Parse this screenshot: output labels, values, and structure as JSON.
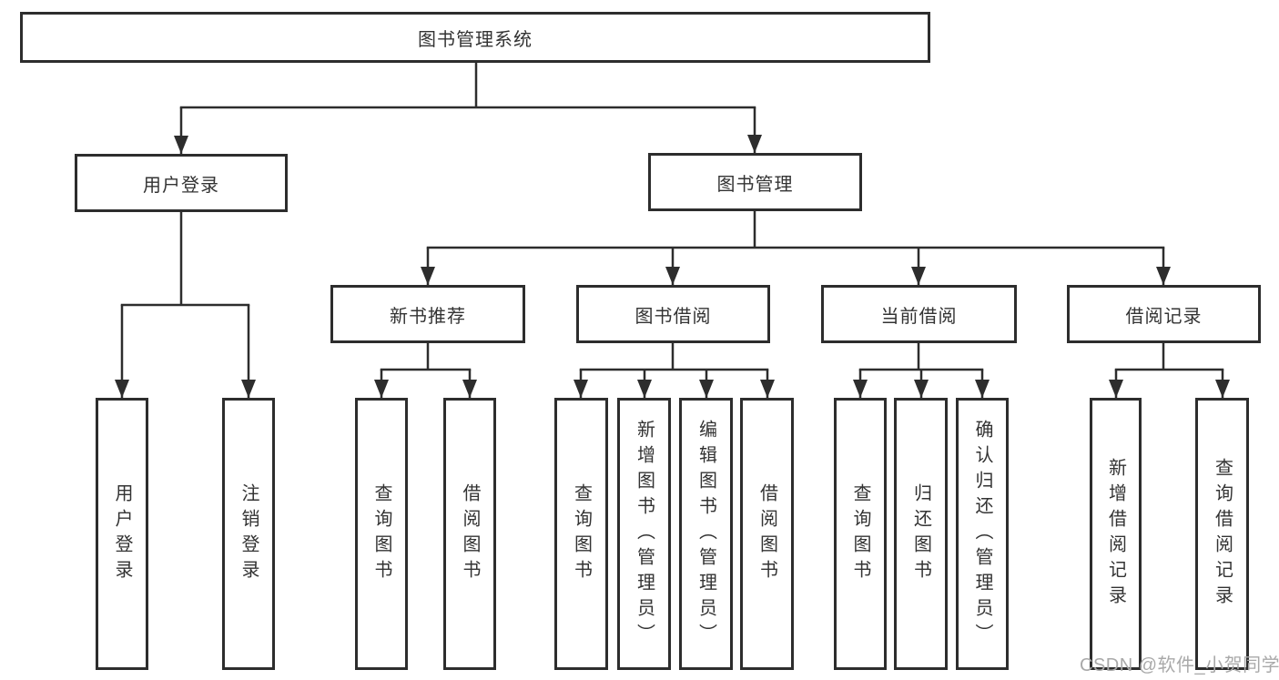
{
  "root": {
    "label": "图书管理系统"
  },
  "branches": {
    "user_login": {
      "label": "用户登录",
      "leaves": [
        {
          "label": "用户登录"
        },
        {
          "label": "注销登录"
        }
      ]
    },
    "book_management": {
      "label": "图书管理",
      "sections": {
        "new_book_recommend": {
          "label": "新书推荐",
          "leaves": [
            {
              "label": "查询图书"
            },
            {
              "label": "借阅图书"
            }
          ]
        },
        "book_borrow": {
          "label": "图书借阅",
          "leaves": [
            {
              "label": "查询图书"
            },
            {
              "label": "新增图书（管理员）"
            },
            {
              "label": "编辑图书（管理员）"
            },
            {
              "label": "借阅图书"
            }
          ]
        },
        "current_borrow": {
          "label": "当前借阅",
          "leaves": [
            {
              "label": "查询图书"
            },
            {
              "label": "归还图书"
            },
            {
              "label": "确认归还（管理员）"
            }
          ]
        },
        "borrow_records": {
          "label": "借阅记录",
          "leaves": [
            {
              "label": "新增借阅记录"
            },
            {
              "label": "查询借阅记录"
            }
          ]
        }
      }
    }
  },
  "watermark": "CSDN @软件_小贺同学",
  "colors": {
    "line": "#2d2d2d",
    "text": "#333333",
    "watermark": "#a9a9a9",
    "background": "#ffffff"
  }
}
